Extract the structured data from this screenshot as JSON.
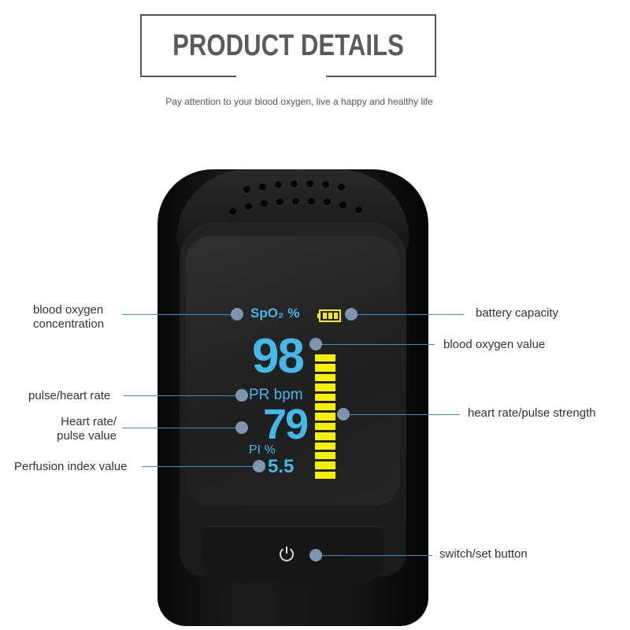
{
  "header": {
    "title": "PRODUCT DETAILS",
    "subtitle": "Pay attention to your blood oxygen, live a happy and healthy life"
  },
  "screen": {
    "spo2_label": "SpO₂ %",
    "spo2_value": "98",
    "pr_label": "PR bpm",
    "pr_value": "79",
    "pi_label": "PI %",
    "pi_value": "5.5",
    "pulse_bar_segments": 13,
    "battery_bars": 3
  },
  "callouts": {
    "blood_oxygen_concentration": "blood oxygen concentration",
    "pulse_heart_rate": "pulse/heart rate",
    "heart_rate_pulse_value": "Heart rate/ pulse value",
    "perfusion_index_value": "Perfusion index value",
    "battery_capacity": "battery capacity",
    "blood_oxygen_value": "blood oxygen value",
    "heart_rate_pulse_strength": "heart rate/pulse strength",
    "switch_set_button": "switch/set button"
  },
  "colors": {
    "display_text": "#46b8e8",
    "pulse_bar": "#f4f000",
    "callout_line": "#3a8fd0",
    "callout_dot": "#7b96ad"
  },
  "icons": [
    "battery-icon",
    "power-icon",
    "speaker-hole-icon"
  ]
}
